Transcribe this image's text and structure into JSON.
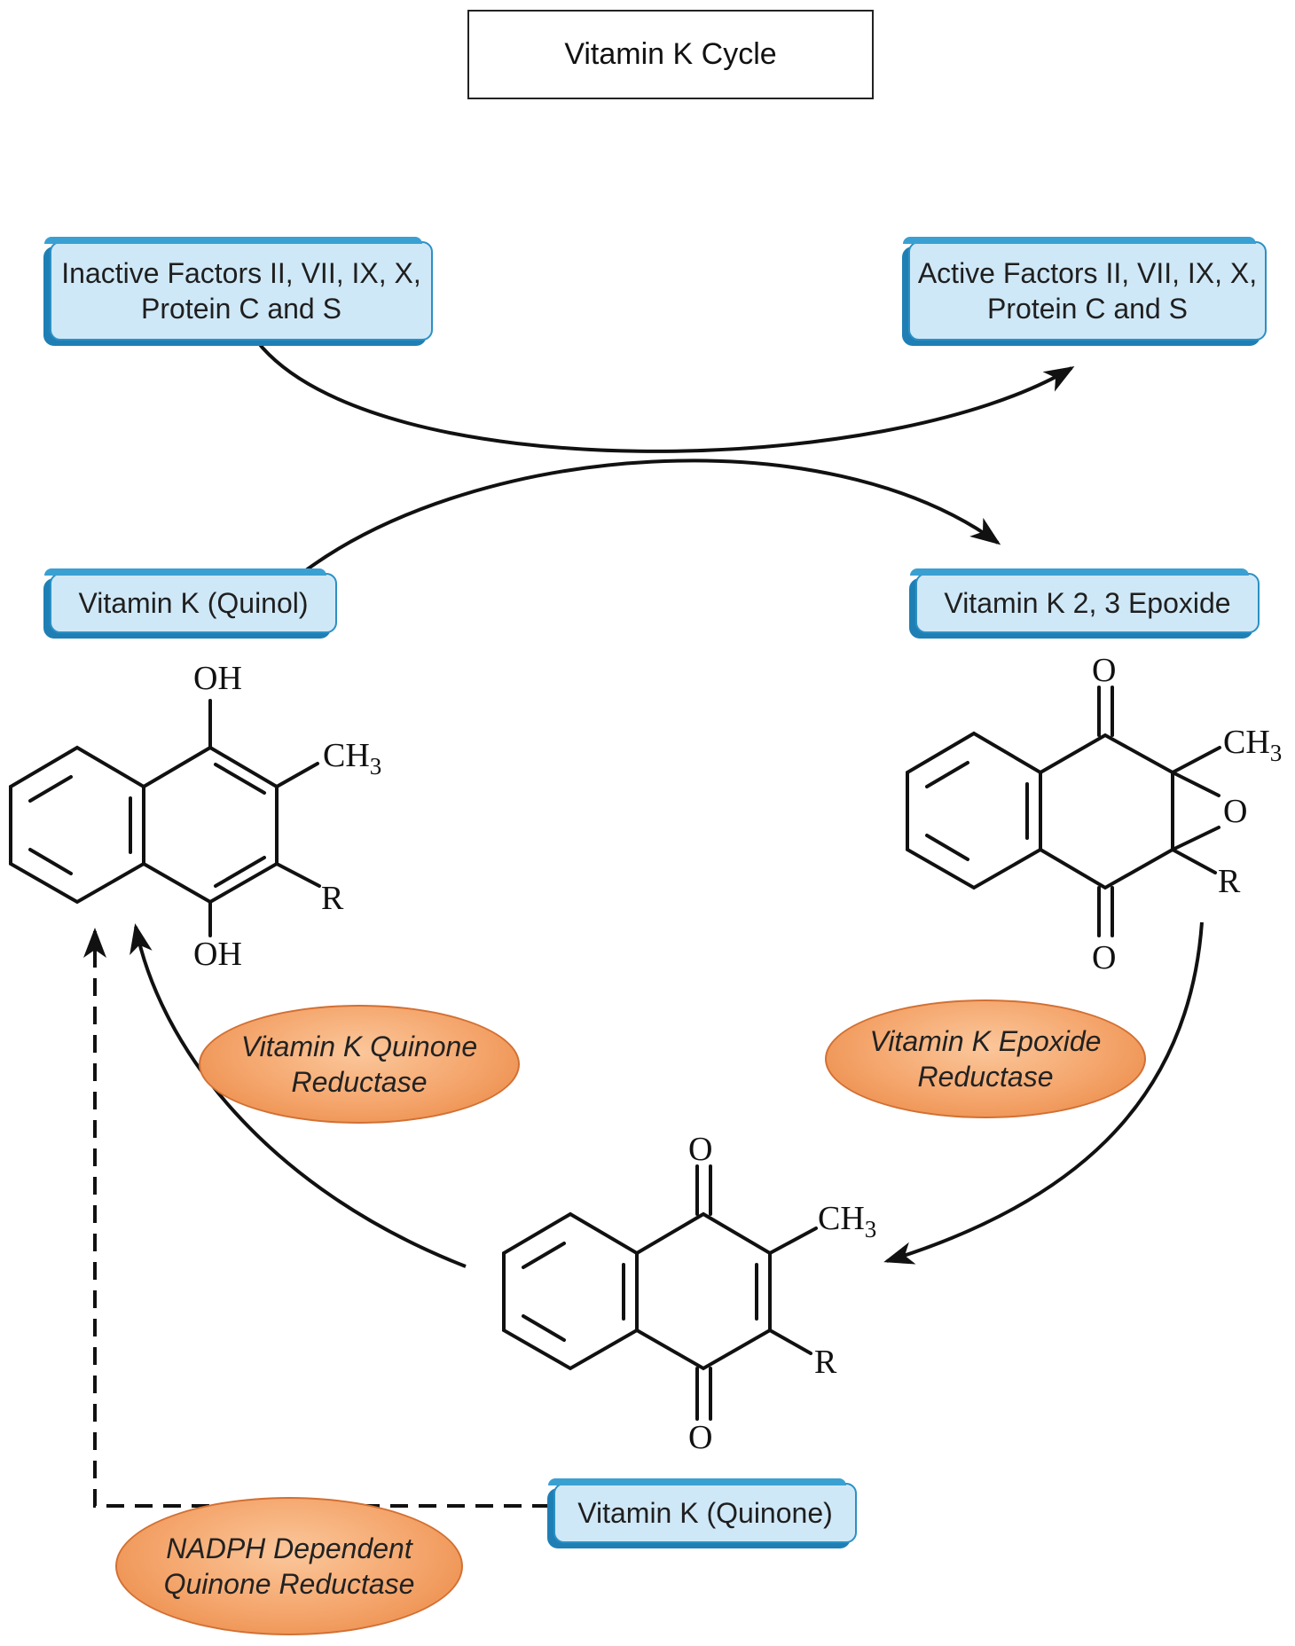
{
  "title": "Vitamin K Cycle",
  "factors": {
    "inactive": "Inactive Factors II, VII, IX, X, Protein C and S",
    "active": "Active Factors II, VII, IX, X, Protein C and S"
  },
  "forms": {
    "quinol": "Vitamin K (Quinol)",
    "epoxide": "Vitamin K 2, 3 Epoxide",
    "quinone": "Vitamin K (Quinone)"
  },
  "enzymes": {
    "quinone_reductase": "Vitamin K Quinone Reductase",
    "epoxide_reductase": "Vitamin K Epoxide Reductase",
    "nadph_reductase": "NADPH Dependent Quinone Reductase"
  },
  "atoms": {
    "oh": "OH",
    "o": "O",
    "ch": "CH",
    "sub3": "3",
    "r": "R"
  },
  "colors": {
    "box_fill": "#cfe8f7",
    "box_border": "#2b90c4",
    "enzyme_fill": "#f4a46a",
    "line": "#111111"
  }
}
